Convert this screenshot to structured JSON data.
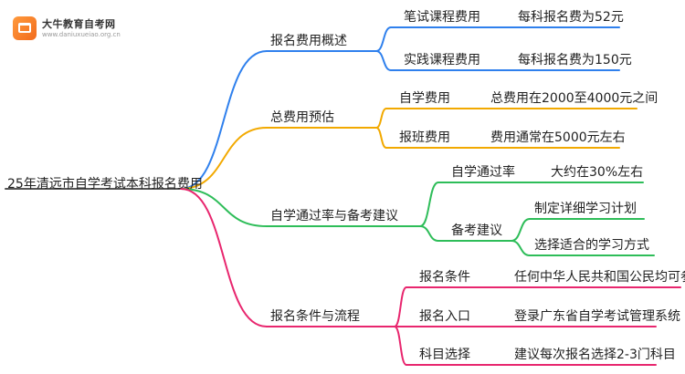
{
  "logo": {
    "name": "大牛教育自考网",
    "url": "www.daniuxueiao.org.cn"
  },
  "mindmap": {
    "root": "25年清远市自学考试本科报名费用",
    "branches": [
      {
        "label": "报名费用概述",
        "color": "#2f80ed",
        "children": [
          {
            "label": "笔试课程费用",
            "children": [
              {
                "label": "每科报名费为52元"
              }
            ]
          },
          {
            "label": "实践课程费用",
            "children": [
              {
                "label": "每科报名费为150元"
              }
            ]
          }
        ]
      },
      {
        "label": "总费用预估",
        "color": "#f2a900",
        "children": [
          {
            "label": "自学费用",
            "children": [
              {
                "label": "总费用在2000至4000元之间"
              }
            ]
          },
          {
            "label": "报班费用",
            "children": [
              {
                "label": "费用通常在5000元左右"
              }
            ]
          }
        ]
      },
      {
        "label": "自学通过率与备考建议",
        "color": "#2ebd59",
        "children": [
          {
            "label": "自学通过率",
            "children": [
              {
                "label": "大约在30%左右"
              }
            ]
          },
          {
            "label": "备考建议",
            "children": [
              {
                "label": "制定详细学习计划"
              },
              {
                "label": "选择适合的学习方式"
              }
            ]
          }
        ]
      },
      {
        "label": "报名条件与流程",
        "color": "#e8266e",
        "children": [
          {
            "label": "报名条件",
            "children": [
              {
                "label": "任何中华人民共和国公民均可参加"
              }
            ]
          },
          {
            "label": "报名入口",
            "children": [
              {
                "label": "登录广东省自学考试管理系统"
              }
            ]
          },
          {
            "label": "科目选择",
            "children": [
              {
                "label": "建议每次报名选择2-3门科目"
              }
            ]
          }
        ]
      }
    ]
  }
}
